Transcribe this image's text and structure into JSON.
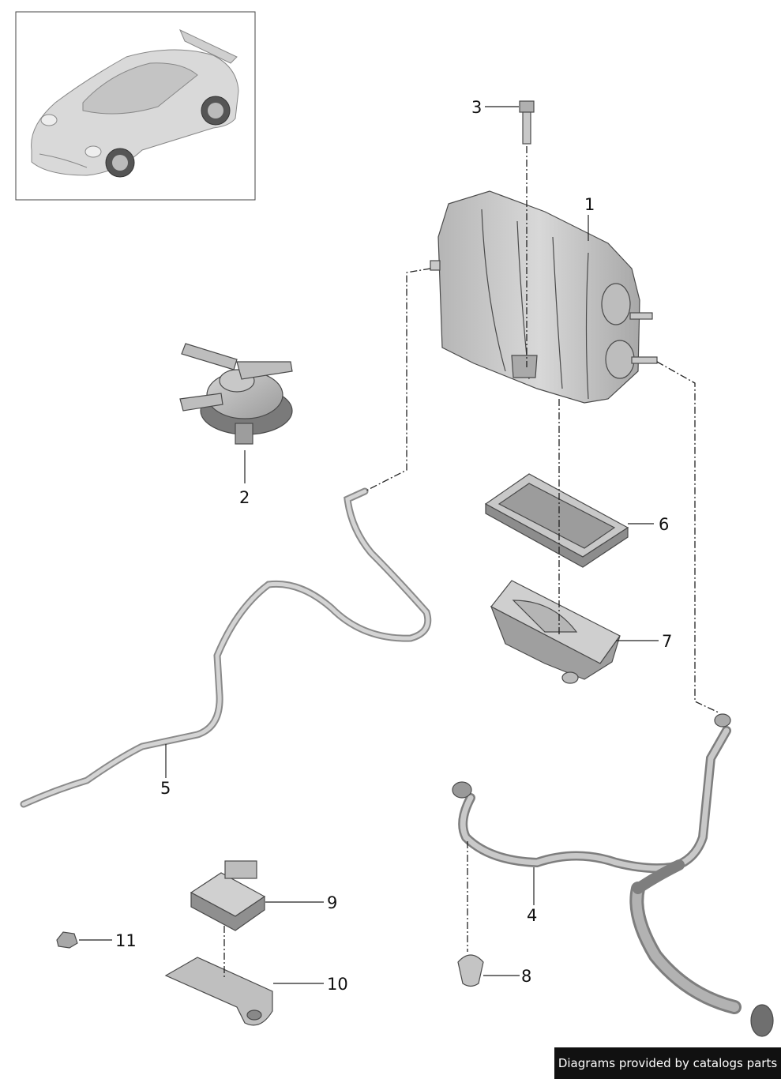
{
  "parts": [
    {
      "number": "1",
      "part": "canister"
    },
    {
      "number": "2",
      "part": "valve"
    },
    {
      "number": "3",
      "part": "bolt"
    },
    {
      "number": "4",
      "part": "hose-right"
    },
    {
      "number": "5",
      "part": "line-left"
    },
    {
      "number": "6",
      "part": "filter"
    },
    {
      "number": "7",
      "part": "filter-housing"
    },
    {
      "number": "8",
      "part": "clip"
    },
    {
      "number": "9",
      "part": "control-unit"
    },
    {
      "number": "10",
      "part": "bracket"
    },
    {
      "number": "11",
      "part": "nut"
    }
  ],
  "footer": {
    "credit": "Diagrams provided by catalogs parts"
  }
}
